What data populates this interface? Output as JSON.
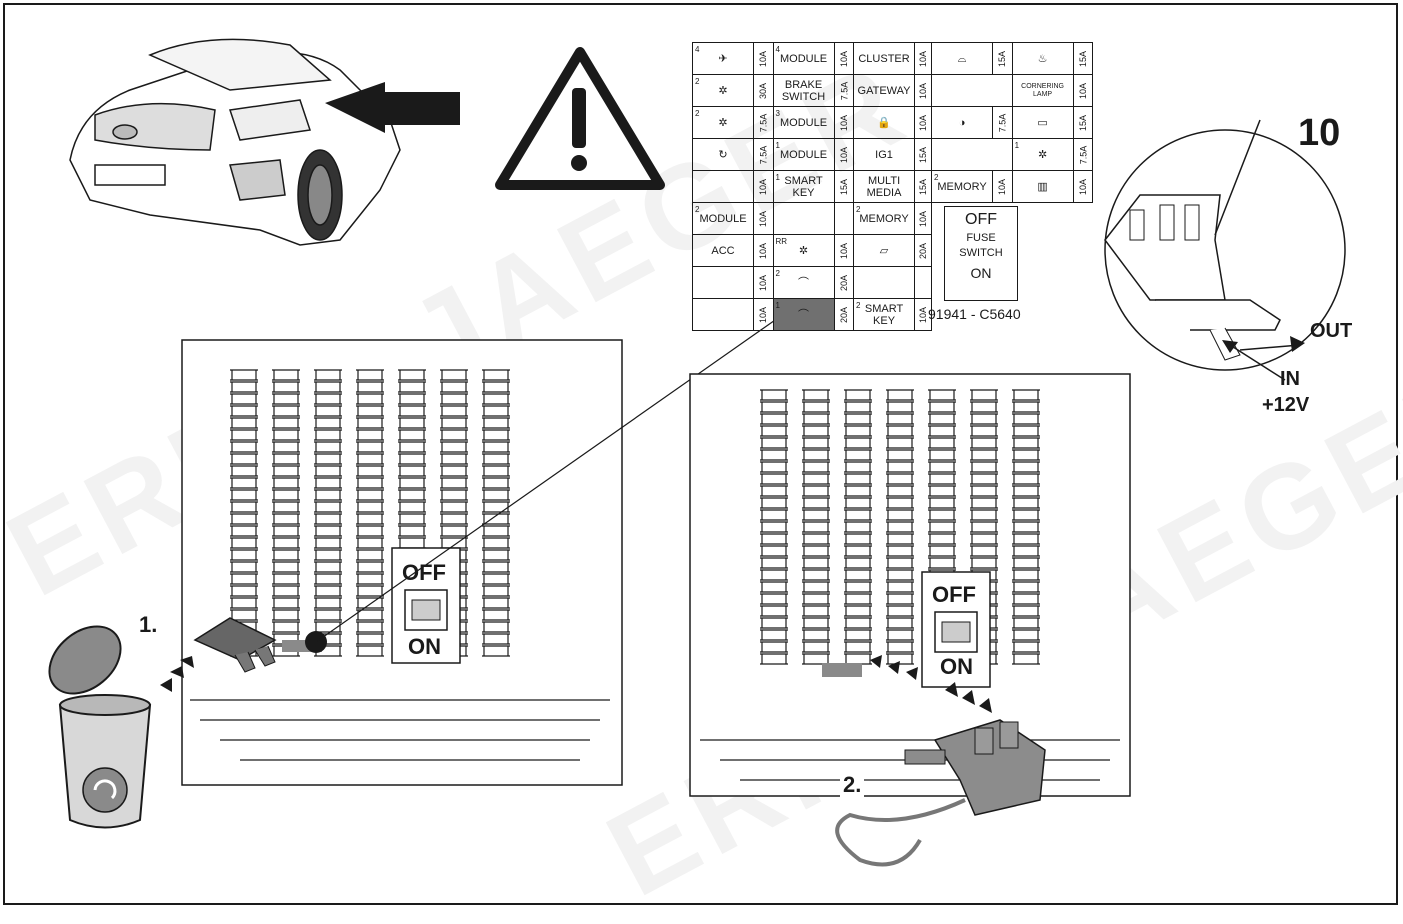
{
  "watermark": "ERICH JAEGER",
  "callout_number": "10",
  "out_label": "OUT",
  "in_label": "IN",
  "in_voltage": "+12V",
  "step1_label": "1.",
  "step2_label": "2.",
  "switch_off_label": "OFF",
  "switch_on_label": "ON",
  "fuse_switch": {
    "off": "OFF",
    "fuse": "FUSE",
    "switch": "SWITCH",
    "on": "ON"
  },
  "part_number": "91941 - C5640",
  "fuse_table": {
    "r1": {
      "a": "10A",
      "b": "MODULE",
      "b_sup": "4",
      "c": "10A",
      "d": "CLUSTER",
      "e": "10A",
      "f": "15A",
      "g": "15A"
    },
    "r2": {
      "a": "30A",
      "b": "BRAKE SWITCH",
      "c": "7.5A",
      "d": "GATEWAY",
      "e": "10A",
      "f": "CORNERING LAMP",
      "g": "10A"
    },
    "r3": {
      "a": "7.5A",
      "b": "MODULE",
      "b_sup": "3",
      "c": "10A",
      "e": "10A",
      "f": "7.5A",
      "g": "15A"
    },
    "r4": {
      "a": "7.5A",
      "b": "MODULE",
      "b_sup": "1",
      "c": "10A",
      "d": "IG1",
      "e": "15A",
      "g": "7.5A"
    },
    "r5": {
      "a": "10A",
      "b": "SMART KEY",
      "b_sup": "1",
      "c": "15A",
      "d": "MULTI MEDIA",
      "e": "15A",
      "f": "MEMORY",
      "f_sup": "2",
      "fa": "10A",
      "g": "10A"
    },
    "r6": {
      "name": "MODULE",
      "name_sup": "2",
      "a": "10A",
      "d": "MEMORY",
      "d_sup": "2",
      "e": "10A"
    },
    "r7": {
      "name": "ACC",
      "a": "10A",
      "b_sup": "RR",
      "c": "10A",
      "e": "20A"
    },
    "r8": {
      "a": "10A",
      "c": "20A"
    },
    "r9": {
      "a": "10A",
      "c": "20A",
      "d": "SMART KEY",
      "d_sup": "2",
      "e": "10A"
    }
  },
  "icons": [
    "airbag-icon",
    "sun-icon",
    "wiper-icon",
    "defrost-icon",
    "lock-icon",
    "mirror-icon",
    "lamp-icon",
    "rotate-icon",
    "rear-defrost-icon",
    "door-icon",
    "car-roof-icon",
    "warning-icon",
    "recycle-icon",
    "car-icon"
  ]
}
